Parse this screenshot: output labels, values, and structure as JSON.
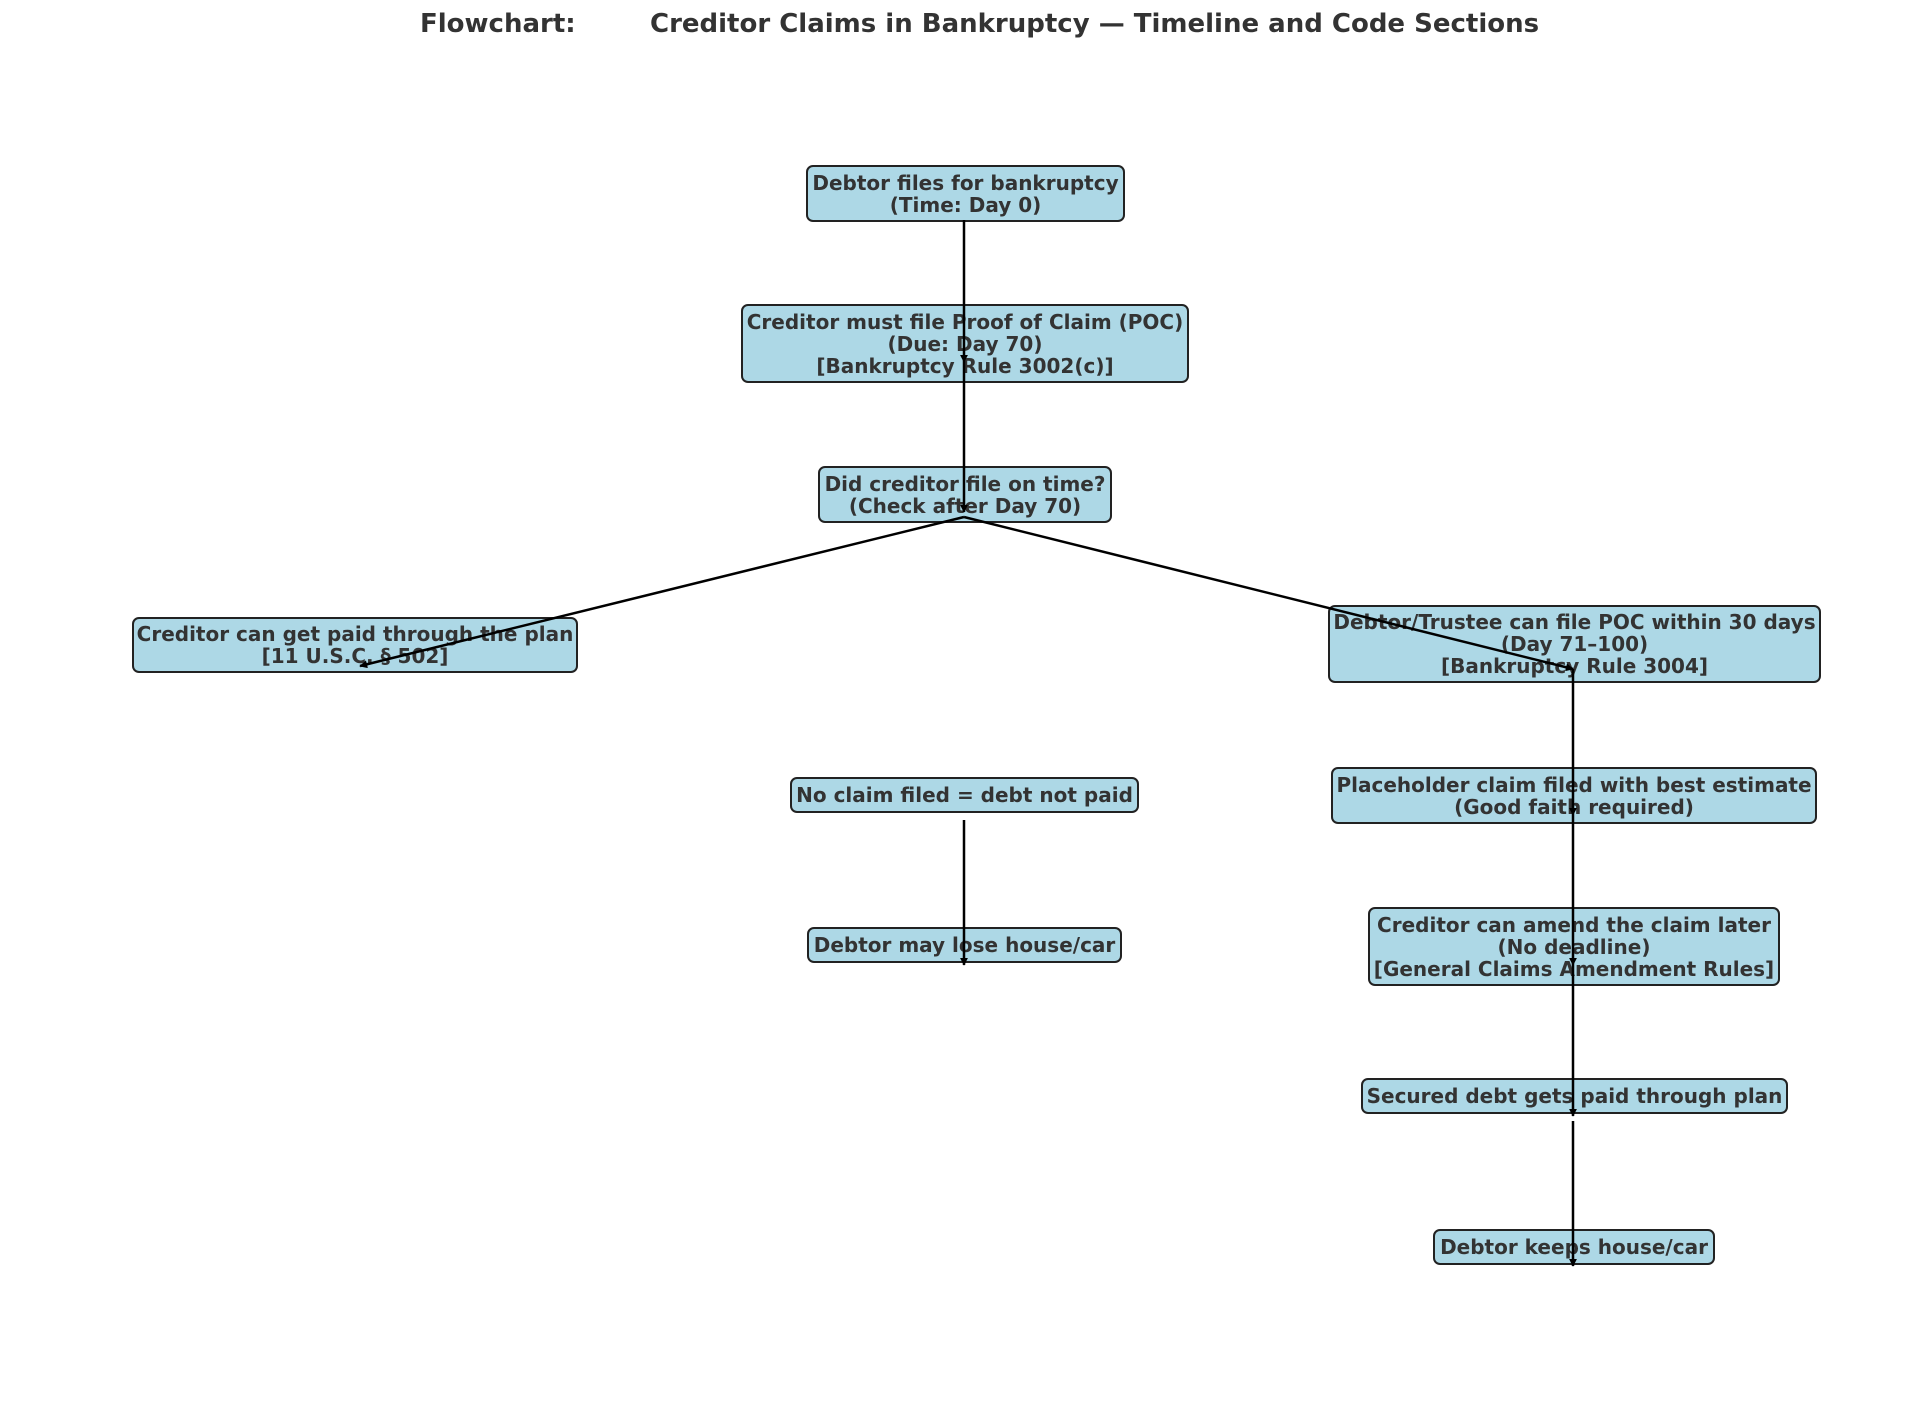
{
  "title": {
    "left": "Flowchart:",
    "right": "Creditor Claims in Bankruptcy — Timeline and Code Sections"
  },
  "colors": {
    "node_fill": "#add8e6",
    "node_border": "#222222",
    "text": "#333333",
    "edge": "#000000"
  },
  "nodes": {
    "file": [
      "Debtor files for bankruptcy",
      "(Time: Day 0)"
    ],
    "poc": [
      "Creditor must file Proof of Claim (POC)",
      "(Due: Day 70)",
      "[Bankruptcy Rule 3002(c)]"
    ],
    "ontime": [
      "Did creditor file on time?",
      "(Check after Day 70)"
    ],
    "paid": [
      "Creditor can get paid through the plan",
      "[11 U.S.C. § 502]"
    ],
    "trustee": [
      "Debtor/Trustee can file POC within 30 days",
      "(Day 71–100)",
      "[Bankruptcy Rule 3004]"
    ],
    "noclaim": [
      "No claim filed = debt not paid"
    ],
    "lose": [
      "Debtor may lose house/car"
    ],
    "placeholder": [
      "Placeholder claim filed with best estimate",
      "(Good faith required)"
    ],
    "amend": [
      "Creditor can amend the claim later",
      "(No deadline)",
      "[General Claims Amendment Rules]"
    ],
    "secured": [
      "Secured debt gets paid through plan"
    ],
    "keeps": [
      "Debtor keeps house/car"
    ]
  }
}
